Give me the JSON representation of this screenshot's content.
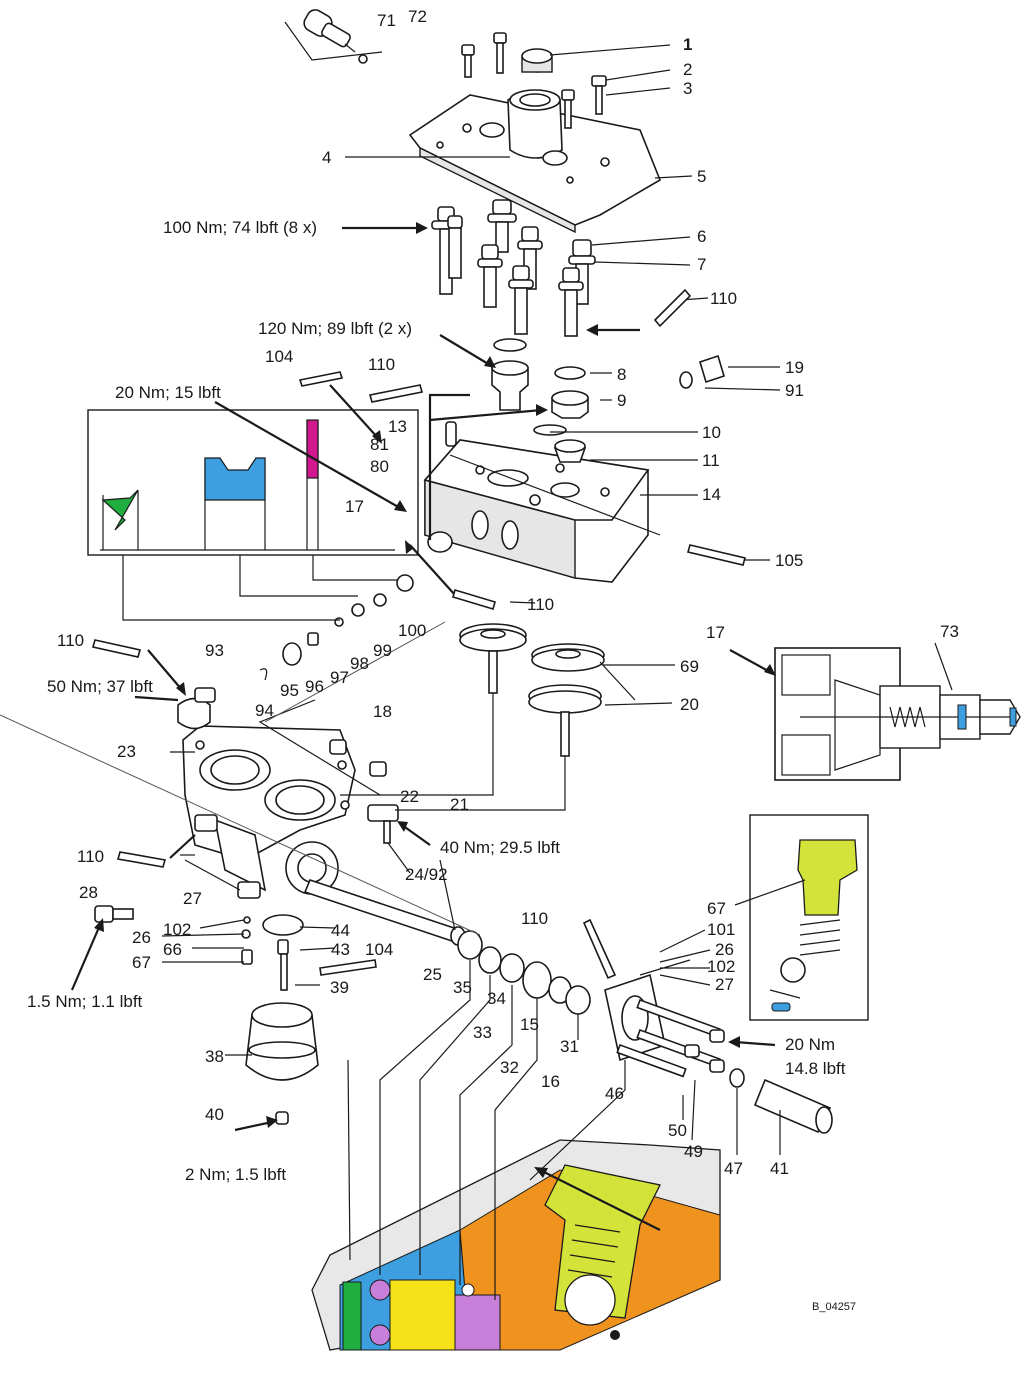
{
  "figure_code": "B_04257",
  "colors": {
    "green": "#1fae3f",
    "blue": "#3d9ee0",
    "magenta": "#d1188e",
    "orange": "#f0921e",
    "yellow": "#f7e21a",
    "lime": "#d4e33a",
    "violet": "#c77fd9"
  },
  "part_numbers": [
    "1",
    "2",
    "3",
    "4",
    "5",
    "6",
    "7",
    "8",
    "9",
    "10",
    "11",
    "13",
    "14",
    "15",
    "16",
    "17",
    "18",
    "19",
    "20",
    "21",
    "22",
    "23",
    "24/92",
    "25",
    "26",
    "27",
    "28",
    "31",
    "32",
    "33",
    "34",
    "35",
    "38",
    "39",
    "40",
    "41",
    "43",
    "44",
    "46",
    "47",
    "49",
    "50",
    "66",
    "67",
    "69",
    "71",
    "72",
    "73",
    "80",
    "81",
    "91",
    "93",
    "94",
    "95",
    "96",
    "97",
    "98",
    "99",
    "100",
    "101",
    "102",
    "104",
    "105",
    "110"
  ],
  "labels": {
    "p1": "1",
    "p2": "2",
    "p3": "3",
    "p4": "4",
    "p5": "5",
    "p6": "6",
    "p7": "7",
    "p71": "71",
    "p72": "72",
    "p110a": "110",
    "p8": "8",
    "p9": "9",
    "p19": "19",
    "p91": "91",
    "p10": "10",
    "p11": "11",
    "p13": "13",
    "p14": "14",
    "p104a": "104",
    "p110b": "110",
    "p81": "81",
    "p80": "80",
    "p17a": "17",
    "p105": "105",
    "p110c": "110",
    "p100": "100",
    "p99": "99",
    "p98": "98",
    "p97": "97",
    "p96": "96",
    "p95": "95",
    "p94": "94",
    "p18": "18",
    "p110d": "110",
    "p93": "93",
    "p69": "69",
    "p20": "20",
    "p17b": "17",
    "p73": "73",
    "p23": "23",
    "p22": "22",
    "p21": "21",
    "p24": "24/92",
    "p110e": "110",
    "p28": "28",
    "p27a": "27",
    "p102a": "102",
    "p26a": "26",
    "p66": "66",
    "p67a": "67",
    "p44": "44",
    "p43": "43",
    "p104b": "104",
    "p39": "39",
    "p25": "25",
    "p35": "35",
    "p34": "34",
    "p15": "15",
    "p110f": "110",
    "p33": "33",
    "p32": "32",
    "p16": "16",
    "p31": "31",
    "p46": "46",
    "p67b": "67",
    "p101": "101",
    "p26b": "26",
    "p102b": "102",
    "p27b": "27",
    "p50": "50",
    "p49": "49",
    "p47": "47",
    "p41": "41",
    "p38": "38",
    "p40": "40"
  },
  "torques": {
    "t1": "100 Nm; 74 lbft (8 x)",
    "t2": "120 Nm; 89 lbft (2 x)",
    "t3": "20 Nm; 15 lbft",
    "t4": "50 Nm; 37 lbft",
    "t5": "40 Nm; 29.5 lbft",
    "t6": "1.5 Nm; 1.1 lbft",
    "t7a": "20 Nm",
    "t7b": "14.8 lbft",
    "t8": "2 Nm; 1.5 lbft"
  }
}
